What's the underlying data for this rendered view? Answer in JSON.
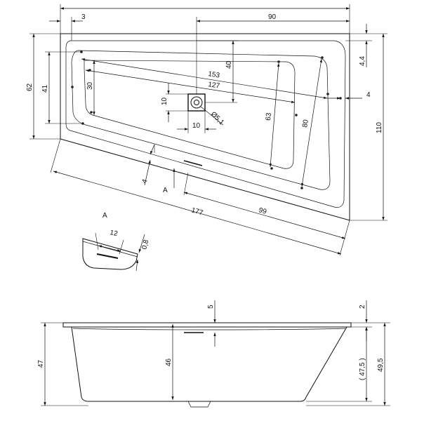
{
  "labels": {
    "top_3": "3",
    "top_90": "90",
    "right_4_4": "4,4",
    "right_4": "4",
    "right_110": "110",
    "left_62": "62",
    "left_41": "41",
    "inner_30": "30",
    "d153": "153",
    "d127": "127",
    "d40": "40",
    "d10a": "10",
    "d10b": "10",
    "d5_1": "Ø5,1",
    "d63": "63",
    "d80": "80",
    "d4": "4",
    "sectionA_arrow": "A",
    "d177": "177",
    "d99": "99",
    "detail_title": "A",
    "d12": "12",
    "d0_8": "0,8",
    "side_5": "5",
    "side_2": "2",
    "side_47": "47",
    "side_46": "46",
    "side_47_5": "( 47,5 )",
    "side_49_5": "49,5"
  }
}
